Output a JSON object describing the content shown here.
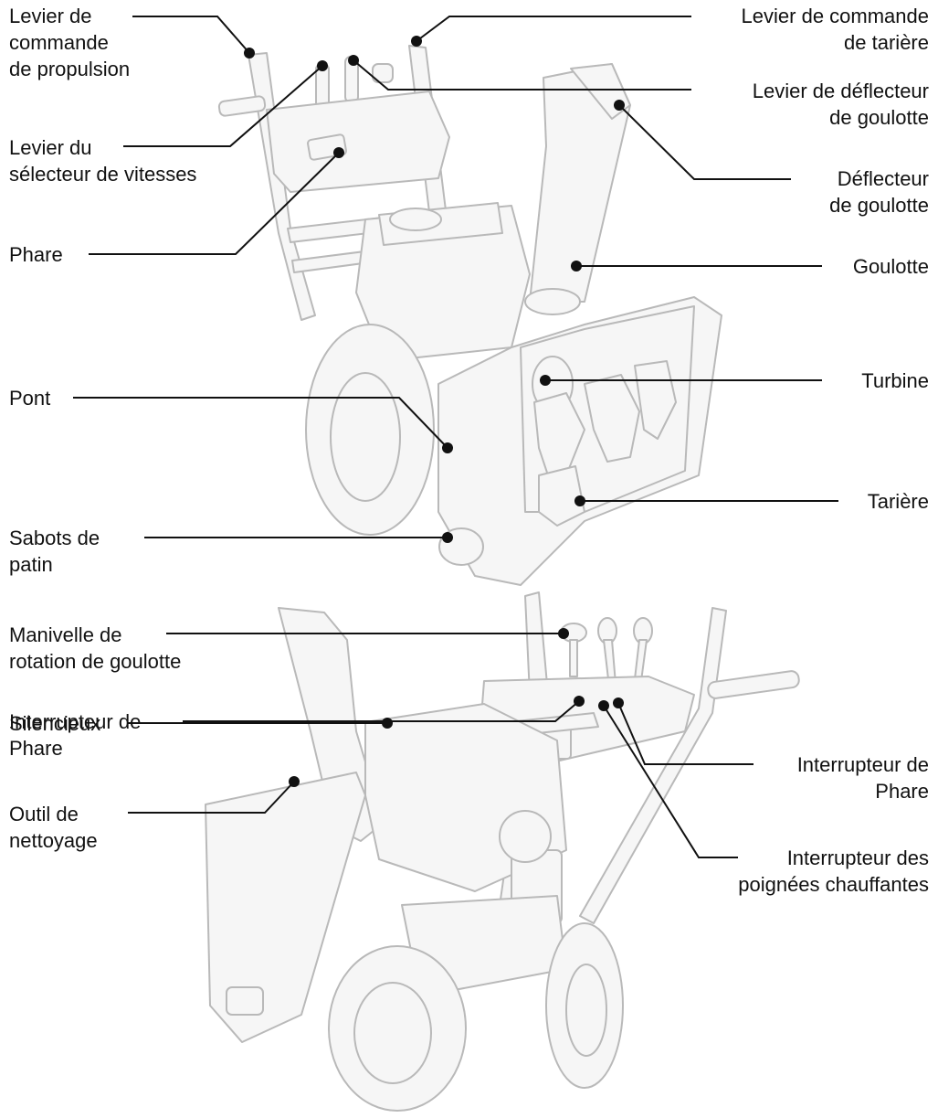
{
  "labels": {
    "levier_propulsion": "Levier de\ncommande\nde propulsion",
    "levier_selecteur": "Levier du\nsélecteur de vitesses",
    "phare": "Phare",
    "pont": "Pont",
    "sabots": "Sabots de\npatin",
    "levier_tariere": "Levier de commande\nde tarière",
    "levier_deflecteur": "Levier de déflecteur\nde goulotte",
    "deflecteur": "Déflecteur\nde goulotte",
    "goulotte": "Goulotte",
    "turbine": "Turbine",
    "tariere": "Tarière",
    "manivelle": "Manivelle de\nrotation de goulotte",
    "interrupteur_phare_gauche": "Interrupteur de\nPhare",
    "silencieux": "Silencieux",
    "outil": "Outil de\nnettoyage",
    "interrupteur_phare_droite": "Interrupteur de\nPhare",
    "interrupteur_poignees": "Interrupteur des\npoignées chauffantes"
  },
  "colors": {
    "line": "#111111",
    "machine_fill": "#f6f6f6",
    "machine_stroke": "#b9b9b9"
  }
}
